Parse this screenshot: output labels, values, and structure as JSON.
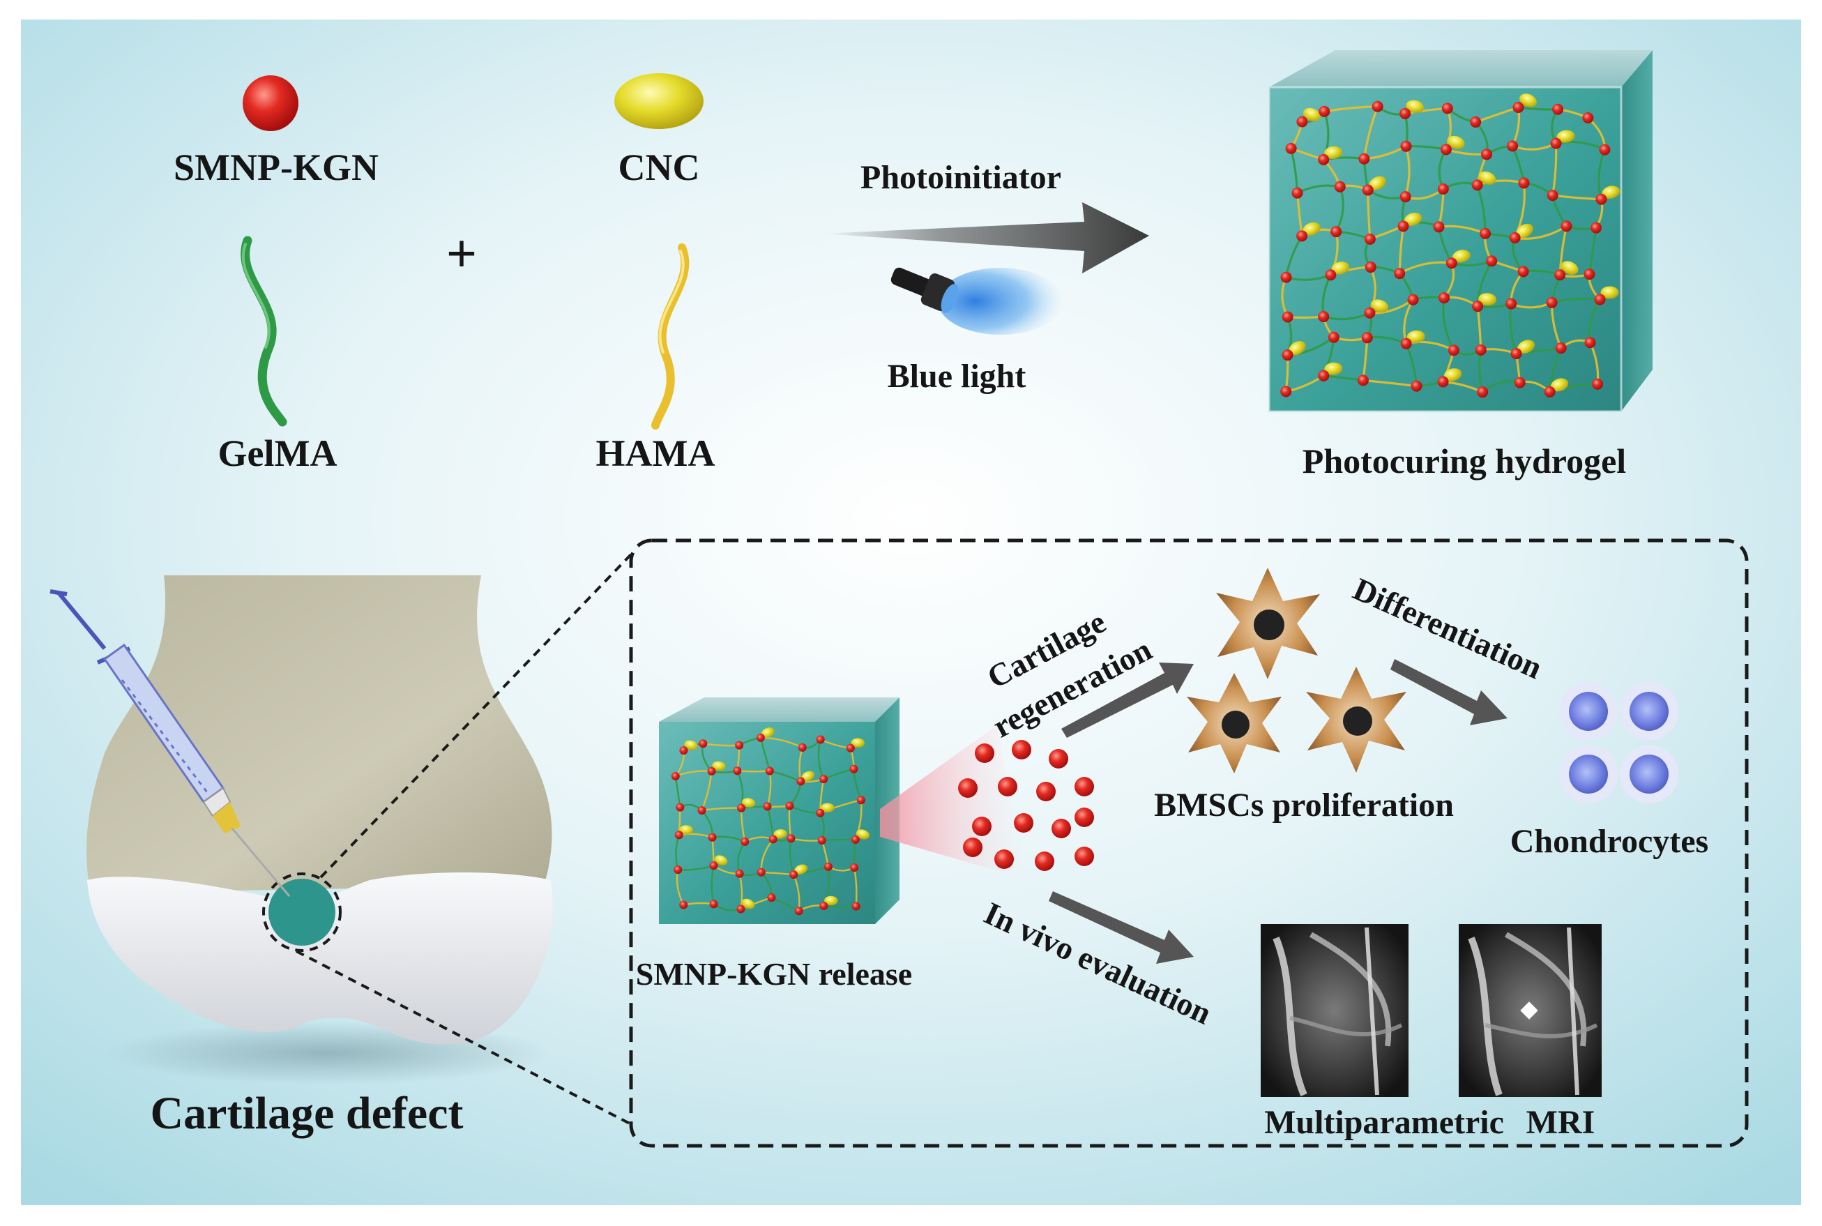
{
  "labels": {
    "smnp_kgn": "SMNP-KGN",
    "cnc": "CNC",
    "plus": "+",
    "gelma": "GelMA",
    "hama": "HAMA",
    "photoinitiator": "Photoinitiator",
    "blue_light": "Blue light",
    "photocuring_hydrogel": "Photocuring hydrogel",
    "cartilage_defect": "Cartilage defect",
    "cartilage_regeneration_1": "Cartilage",
    "cartilage_regeneration_2": "regeneration",
    "differentiation": "Differentiation",
    "bmscs_proliferation": "BMSCs proliferation",
    "chondrocytes": "Chondrocytes",
    "smnp_kgn_release": "SMNP-KGN release",
    "in_vivo_evaluation": "In vivo evaluation",
    "multiparametric": "Multiparametric",
    "mri": "MRI"
  },
  "colors": {
    "background_edge": "#a9d9e3",
    "background_center": "#ffffff",
    "smnp_red": "#e02424",
    "cnc_yellow": "#e4dc2e",
    "gelma_green": "#2f9a45",
    "hama_yellow": "#e9c02c",
    "hydrogel_teal": "#2f9f96",
    "blue_light": "#3a8fe0",
    "chondrocyte_blue": "#7f8fe2",
    "bone": "#cbc8b3",
    "cartilage": "#e8e9ec"
  }
}
